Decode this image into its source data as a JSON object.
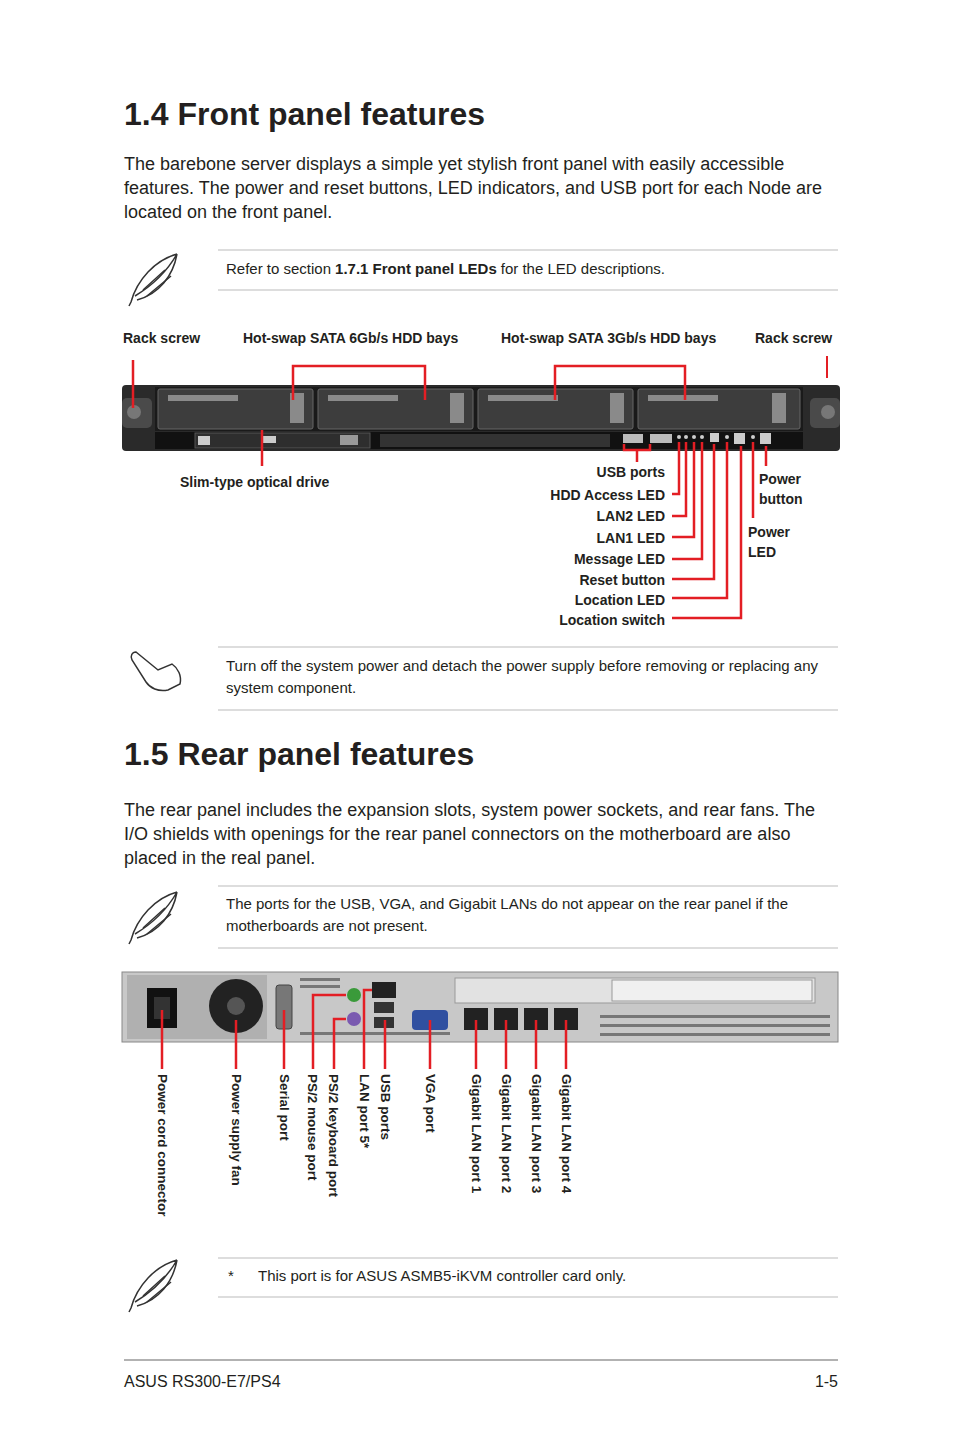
{
  "diagram": {
    "title": "1.4 Front panel features",
    "labels": [
      "The barebone server displays a simple yet stylish front panel with easily accessible features. The power and reset buttons, LED indicators, and USB port for each Node are located on the front panel.",
      "Refer to section",
      "1.7.1 Front panel LEDs",
      "for the LED descriptions.",
      "Rack screw",
      "Hot-swap SATA 6Gb/s HDD bays",
      "Hot-swap SATA 3Gb/s HDD bays",
      "Rack screw",
      "Slim-type optical drive",
      "USB ports",
      "HDD Access LED",
      "LAN2 LED",
      "LAN1 LED",
      "Message LED",
      "Reset button",
      "Location LED",
      "Location switch",
      "Power button",
      "Power LED",
      "Turn off the system power and detach the power supply before removing or replacing any system component.",
      "1.5 Rear panel features",
      "The rear panel includes the expansion slots, system power sockets, and rear fans. The I/O shields with openings for the rear panel connectors on the motherboard are also placed in the real panel.",
      "The ports for the USB, VGA, and Gigabit LANs do not appear on the rear panel if the motherboards are not present.",
      "Power cord connector",
      "Power supply fan",
      "Serial port",
      "PS/2 mouse port",
      "PS/2 keyboard port",
      "LAN port 5*",
      "USB ports",
      "VGA port",
      "Gigabit LAN port 1",
      "Gigabit LAN port 2",
      "Gigabit LAN port 3",
      "Gigabit LAN port 4",
      "*",
      "This port is for ASUS ASMB5-iKVM controller card only.",
      "ASUS RS300-E7/PS4",
      "1-5"
    ]
  }
}
